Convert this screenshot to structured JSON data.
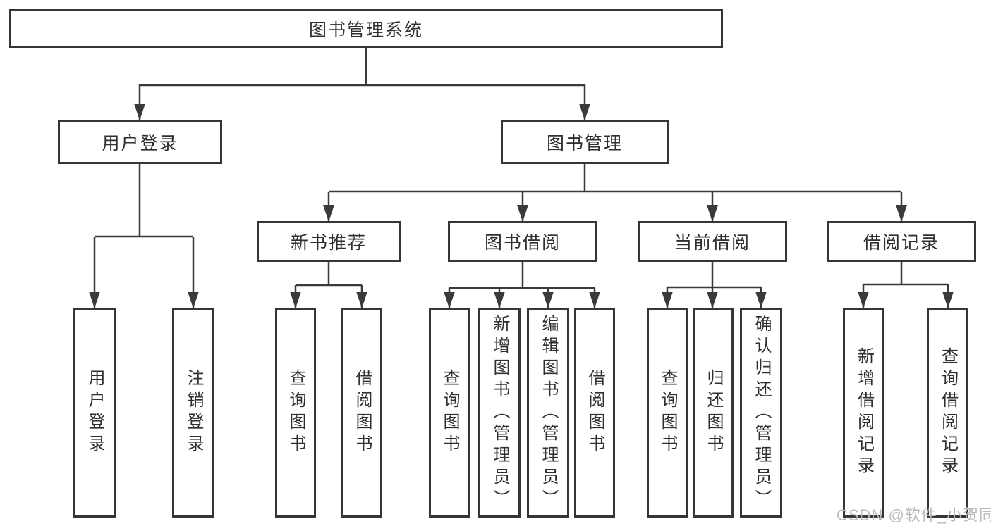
{
  "diagram": {
    "root": {
      "label": "图书管理系统"
    },
    "branches": [
      {
        "label": "用户登录",
        "children": [
          {
            "label": "用户登录"
          },
          {
            "label": "注销登录"
          }
        ]
      },
      {
        "label": "图书管理",
        "children": [
          {
            "label": "新书推荐",
            "children": [
              {
                "label": "查询图书"
              },
              {
                "label": "借阅图书"
              }
            ]
          },
          {
            "label": "图书借阅",
            "children": [
              {
                "label": "查询图书"
              },
              {
                "label": "新增图书（管理员）"
              },
              {
                "label": "编辑图书（管理员）"
              },
              {
                "label": "借阅图书"
              }
            ]
          },
          {
            "label": "当前借阅",
            "children": [
              {
                "label": "查询图书"
              },
              {
                "label": "归还图书"
              },
              {
                "label": "确认归还（管理员）"
              }
            ]
          },
          {
            "label": "借阅记录",
            "children": [
              {
                "label": "新增借阅记录"
              },
              {
                "label": "查询借阅记录"
              }
            ]
          }
        ]
      }
    ]
  },
  "watermark": {
    "text": "CSDN @软件_小贺同学"
  },
  "colors": {
    "line": "#3a3a3a",
    "border": "#363636",
    "text": "#2f2f2f",
    "watermark": "#b9b9b9",
    "background": "#ffffff"
  }
}
